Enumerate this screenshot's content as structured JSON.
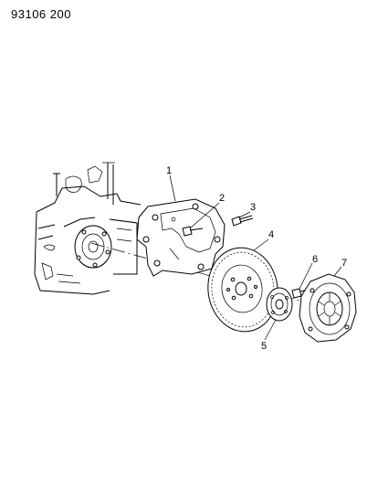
{
  "figure_code": "93106  200",
  "callouts": [
    "1",
    "2",
    "3",
    "4",
    "5",
    "6",
    "7"
  ]
}
